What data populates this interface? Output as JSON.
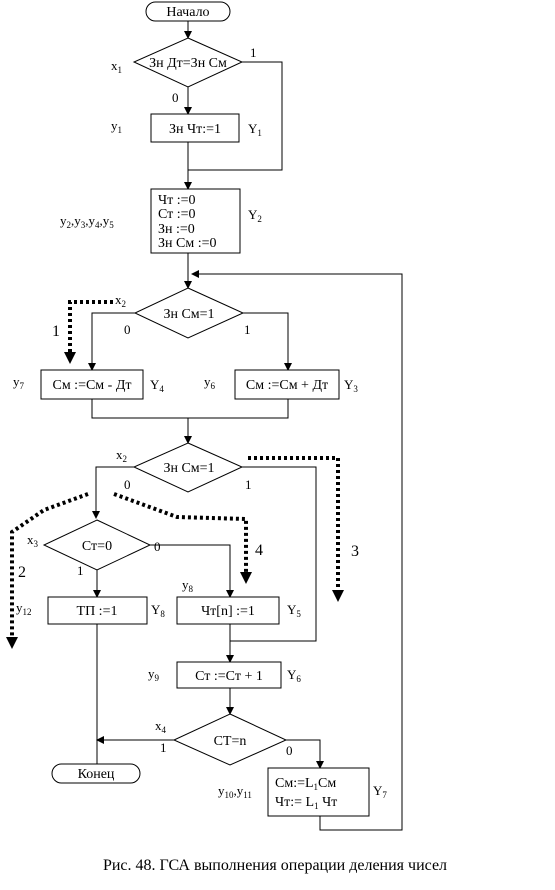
{
  "blocks": {
    "start": "Начало",
    "cond1": "Зн Дт=Зн См",
    "op_znch": "Зн Чт:=1",
    "init": [
      "Чт :=0",
      "Ст :=0",
      "Зн :=0",
      "Зн См :=0"
    ],
    "cond2": "Зн См=1",
    "op_sub": "См :=См - Дт",
    "op_add": "См :=См + Дт",
    "cond3": "Зн См=1",
    "cond4": "Ст=0",
    "op_tp": "ТП :=1",
    "op_chn": "Чт[n] :=1",
    "op_inc": "Ст :=Ст + 1",
    "cond5": "СТ=n",
    "op_shift": [
      "См:=L",
      "1",
      "См",
      "Чт:= L",
      "1",
      " Чт"
    ],
    "end": "Конец"
  },
  "branches": {
    "zero": "0",
    "one": "1"
  },
  "signals": {
    "x1": [
      "x",
      "1"
    ],
    "x2a": [
      "x",
      "2"
    ],
    "x2b": [
      "x",
      "2"
    ],
    "x3": [
      "x",
      "3"
    ],
    "x4": [
      "x",
      "4"
    ],
    "y1": [
      "y",
      "1"
    ],
    "y2345": [
      "y",
      "2",
      ",y",
      "3",
      ",y",
      "4",
      ",y",
      "5"
    ],
    "y6": [
      "y",
      "6"
    ],
    "y7": [
      "y",
      "7"
    ],
    "y8": [
      "y",
      "8"
    ],
    "y9": [
      "y",
      "9"
    ],
    "y1011": [
      "y",
      "10",
      ",y",
      "11"
    ],
    "y12": [
      "y",
      "12"
    ]
  },
  "states": {
    "Y1": [
      "Y",
      "1"
    ],
    "Y2": [
      "Y",
      "2"
    ],
    "Y4": [
      "Y",
      "4"
    ],
    "Y3": [
      "Y",
      "3"
    ],
    "Y8": [
      "Y",
      "8"
    ],
    "Y5": [
      "Y",
      "5"
    ],
    "Y6": [
      "Y",
      "6"
    ],
    "Y7": [
      "Y",
      "7"
    ]
  },
  "path_numbers": {
    "p1": "1",
    "p2": "2",
    "p3": "3",
    "p4": "4"
  },
  "caption": "Рис. 48. ГСА выполнения операции деления чисел"
}
